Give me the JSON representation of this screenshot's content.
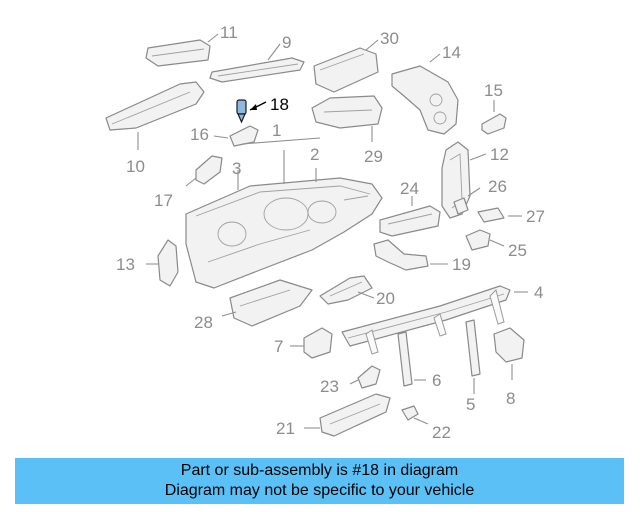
{
  "diagram": {
    "highlight": "#000000",
    "labels": [
      "11",
      "9",
      "30",
      "14",
      "18",
      "15",
      "16",
      "1",
      "10",
      "2",
      "12",
      "3",
      "17",
      "24",
      "26",
      "27",
      "25",
      "13",
      "19",
      "4",
      "20",
      "28",
      "7",
      "23",
      "6",
      "5",
      "8",
      "21",
      "22",
      "29"
    ]
  },
  "caption": {
    "line1": "Part or sub-assembly is #18 in diagram",
    "line2": "Diagram may not be specific to your vehicle",
    "background": "#5bc0f5"
  }
}
